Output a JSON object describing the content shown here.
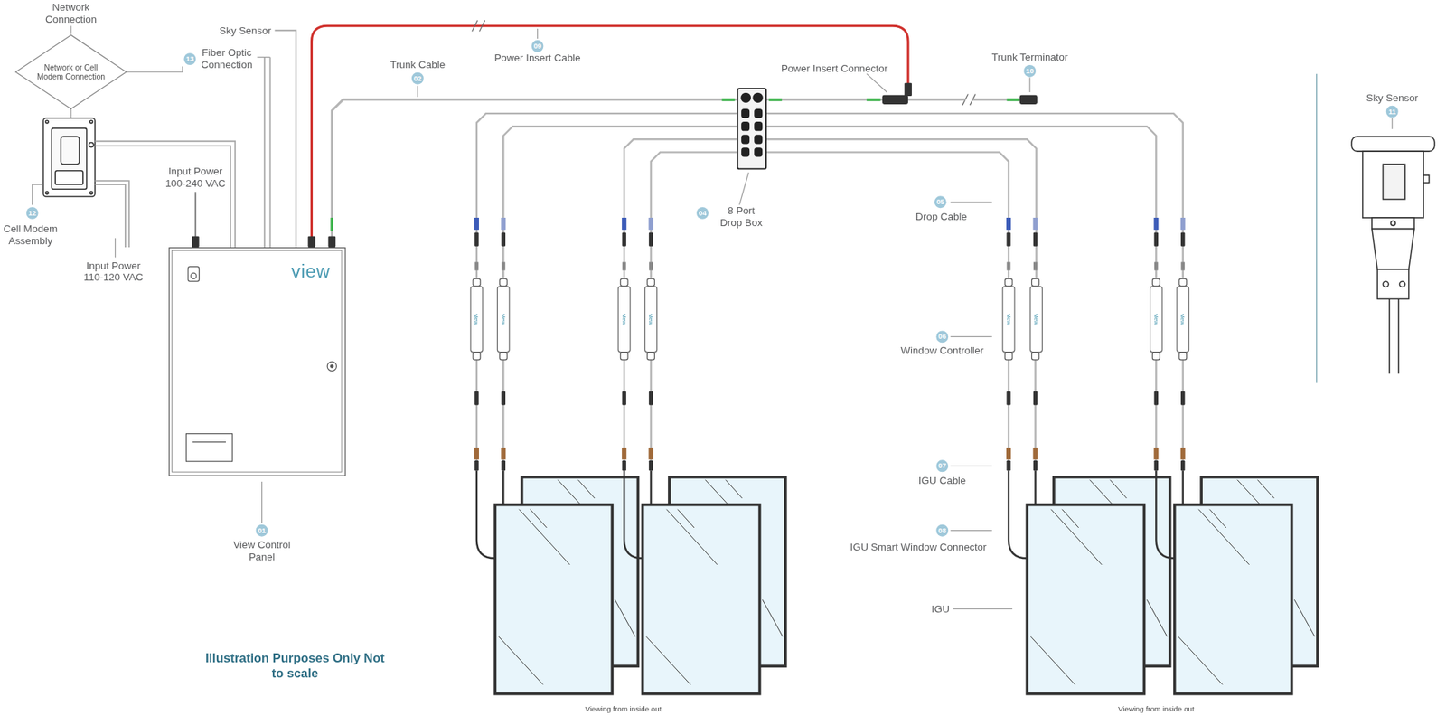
{
  "diagram": {
    "nodes": [
      {
        "text": [
          "Network or Cell Modem Connection"
        ]
      },
      {
        "text": [
          "view"
        ]
      },
      {
        "text": [
          "8 Port Drop Box"
        ]
      },
      {
        "text": [
          "view"
        ]
      },
      {
        "text": [
          "view"
        ]
      },
      {
        "text": [
          "view"
        ]
      },
      {
        "text": [
          "view"
        ]
      },
      {
        "text": [
          "view"
        ]
      },
      {
        "text": [
          "view"
        ]
      },
      {
        "text": [
          "view"
        ]
      },
      {
        "text": [
          "view"
        ]
      }
    ],
    "edges": [
      {
        "from": 1,
        "to": 2,
        "arrow": "none"
      },
      {
        "from": 2,
        "to": 3,
        "arrow": "none"
      },
      {
        "from": 2,
        "to": 4,
        "arrow": "none"
      },
      {
        "from": 2,
        "to": 5,
        "arrow": "none"
      },
      {
        "from": 2,
        "to": 6,
        "arrow": "none"
      },
      {
        "from": 2,
        "to": 7,
        "arrow": "none"
      },
      {
        "from": 2,
        "to": 8,
        "arrow": "none"
      },
      {
        "from": 2,
        "to": 9,
        "arrow": "none"
      },
      {
        "from": 2,
        "to": 10,
        "arrow": "none"
      }
    ],
    "labels": [
      "Network Connection",
      "13",
      "Fiber Optic Connection",
      "Sky Sensor",
      "Trunk Cable",
      "02",
      "09",
      "Power Insert Cable",
      "Power Insert Connector",
      "Trunk Terminator",
      "10",
      "Sky Sensor",
      "11",
      "Input Power 100-240 VAC",
      "12",
      "Cell Modem Assembly",
      "Input Power 110-120 VAC",
      "04",
      "05",
      "Drop Cable",
      "06",
      "Window Controller",
      "07",
      "IGU Cable",
      "08",
      "IGU Smart Window Connector",
      "IGU",
      "01",
      "View Control Panel",
      "Illustration Purposes Only Not to scale",
      "Viewing from inside out",
      "Viewing from inside out"
    ]
  }
}
